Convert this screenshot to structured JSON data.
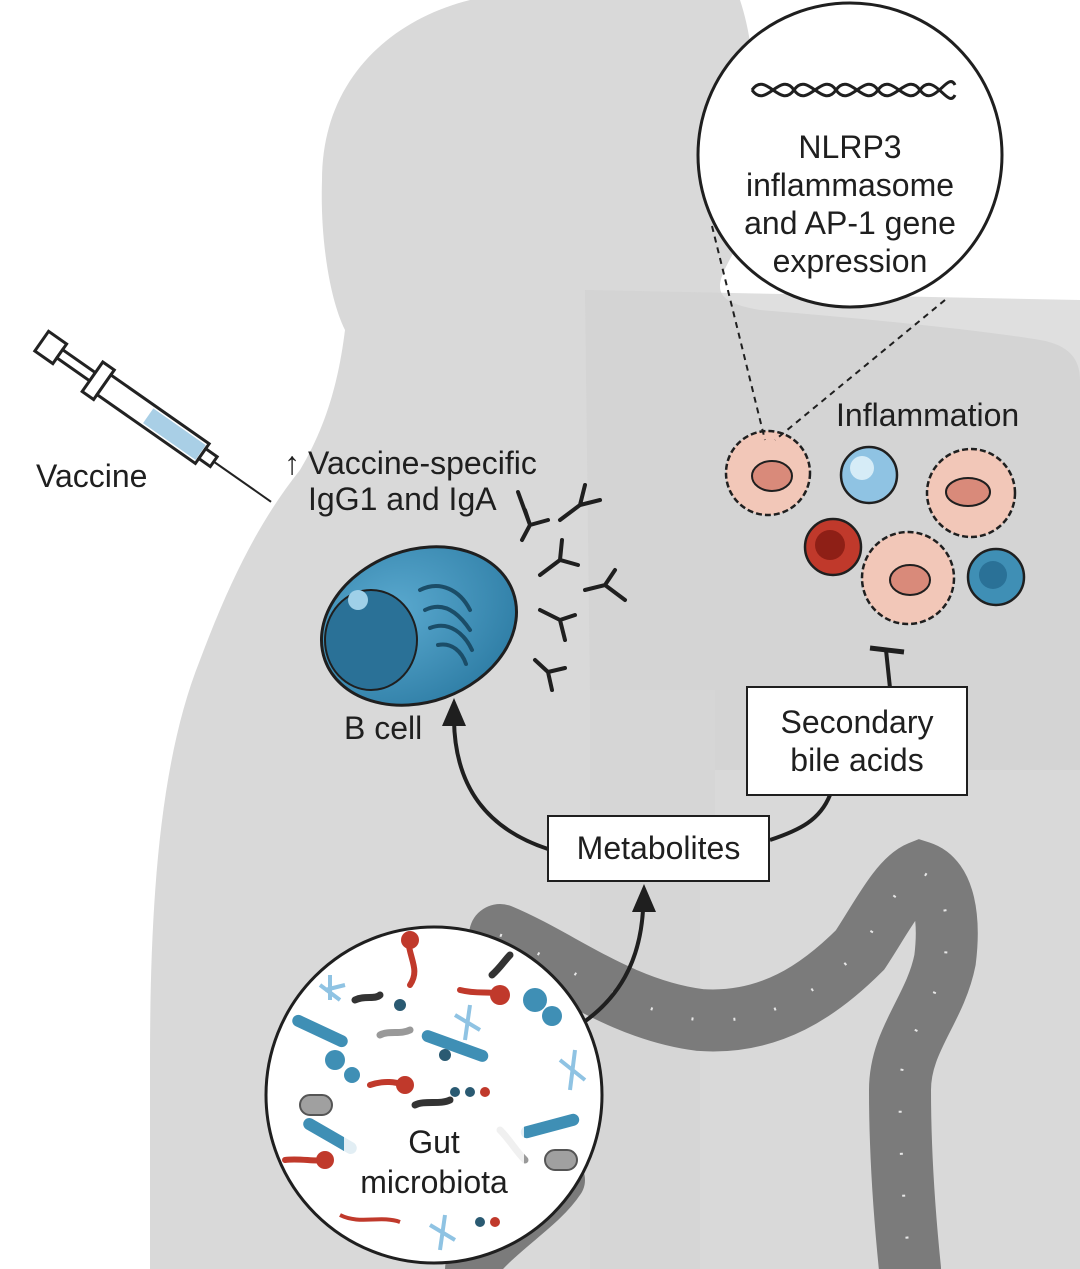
{
  "labels": {
    "vaccine": "Vaccine",
    "vaccine_specific_arrow": "↑",
    "vaccine_specific_line1": "Vaccine-specific",
    "vaccine_specific_line2": "IgG1 and IgA",
    "b_cell": "B cell",
    "inflammation": "Inflammation",
    "nlrp3_line1": "NLRP3",
    "nlrp3_line2": "inflammasome",
    "nlrp3_line3": "and AP-1 gene",
    "nlrp3_line4": "expression",
    "secondary_line1": "Secondary",
    "secondary_line2": "bile acids",
    "metabolites": "Metabolites",
    "gut_line1": "Gut",
    "gut_line2": "microbiota"
  },
  "colors": {
    "background": "#ffffff",
    "body_silhouette": "#d9d9d9",
    "body_shade": "#cfcfcf",
    "b_cell": "#3f8fb5",
    "b_cell_nucleus": "#2a7197",
    "macrophage": "#f2c7b8",
    "macrophage_nucleus": "#d98a7a",
    "red_cell": "#c0392b",
    "blue_cell": "#6aaed6",
    "intestine": "#7d7d7d",
    "syringe_fluid": "#a9cfe6",
    "ink": "#1f1f1f"
  }
}
